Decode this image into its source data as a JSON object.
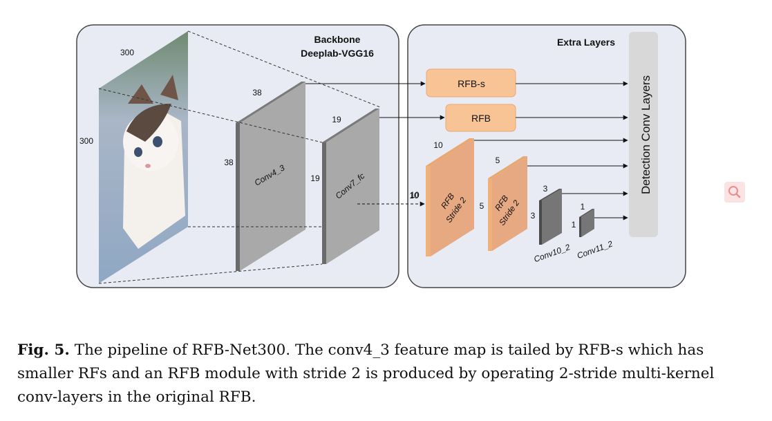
{
  "backbone": {
    "title_line1": "Backbone",
    "title_line2": "Deeplab-VGG16",
    "input_width": "300",
    "input_height": "300",
    "conv4_3": {
      "label": "Conv4_3",
      "width": "38",
      "height": "38"
    },
    "conv7_fc": {
      "label": "Conv7_fc",
      "width": "19",
      "height": "19"
    }
  },
  "extra": {
    "title": "Extra Layers",
    "rfb_s_label": "RFB-s",
    "rfb_label": "RFB",
    "rfb_stride_1": {
      "line1": "RFB",
      "line2": "Stride 2",
      "width": "10",
      "height": "10"
    },
    "rfb_stride_2": {
      "line1": "RFB",
      "line2": "Stride 2",
      "width": "5",
      "height": "5"
    },
    "conv10_2": {
      "label": "Conv10_2",
      "width": "3",
      "height": "3"
    },
    "conv11_2": {
      "label": "Conv11_2",
      "width": "1",
      "height": "1"
    },
    "detection_label": "Detection Conv Layers"
  },
  "caption": {
    "fig_label": "Fig. 5.",
    "text": " The pipeline of RFB-Net300. The conv4_3 feature map is tailed by RFB-s which has smaller RFs and an RFB module with stride 2 is produced by operating 2-stride multi-kernel conv-layers in the original RFB."
  },
  "icons": {
    "search": "search-icon"
  },
  "colors": {
    "panel_bg": "#e8ebf4",
    "gray_block": "#a9a9a9",
    "orange_block": "#f8c496",
    "detection_bar": "#d8d8d8"
  }
}
